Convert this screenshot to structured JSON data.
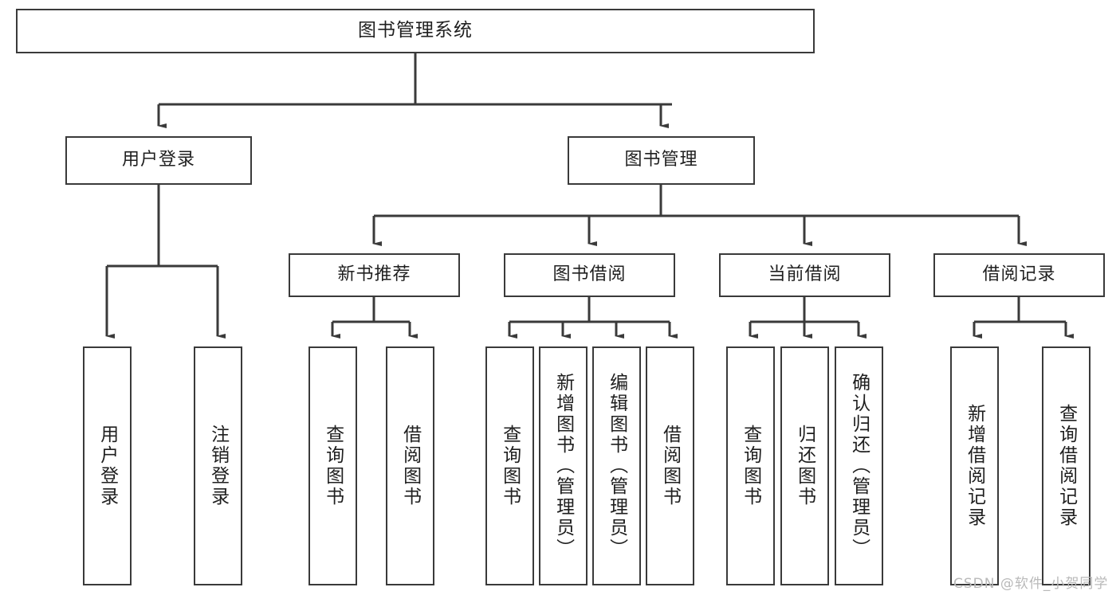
{
  "diagram": {
    "title": "图书管理系统",
    "type": "tree-hierarchy",
    "watermark": "CSDN @软件_小贺同学",
    "colors": {
      "stroke": "#3a3a3a",
      "box_fill": "#ffffff",
      "text": "#1f1f1f",
      "watermark": "#b9b9b9",
      "background": "#ffffff"
    }
  },
  "nodes": {
    "root": {
      "label": "图书管理系统"
    },
    "level2": [
      {
        "label": "用户登录"
      },
      {
        "label": "图书管理"
      }
    ],
    "level3": [
      {
        "label": "新书推荐"
      },
      {
        "label": "图书借阅"
      },
      {
        "label": "当前借阅"
      },
      {
        "label": "借阅记录"
      }
    ],
    "leaves": {
      "user_login": [
        {
          "label": "用户登录"
        },
        {
          "label": "注销登录"
        }
      ],
      "new_book_recommend": [
        {
          "label": "查询图书"
        },
        {
          "label": "借阅图书"
        }
      ],
      "book_borrow": [
        {
          "label": "查询图书"
        },
        {
          "label": "新增图书（管理员）"
        },
        {
          "label": "编辑图书（管理员）"
        },
        {
          "label": "借阅图书"
        }
      ],
      "current_borrow": [
        {
          "label": "查询图书"
        },
        {
          "label": "归还图书"
        },
        {
          "label": "确认归还（管理员）"
        }
      ],
      "borrow_record": [
        {
          "label": "新增借阅记录"
        },
        {
          "label": "查询借阅记录"
        }
      ]
    }
  }
}
